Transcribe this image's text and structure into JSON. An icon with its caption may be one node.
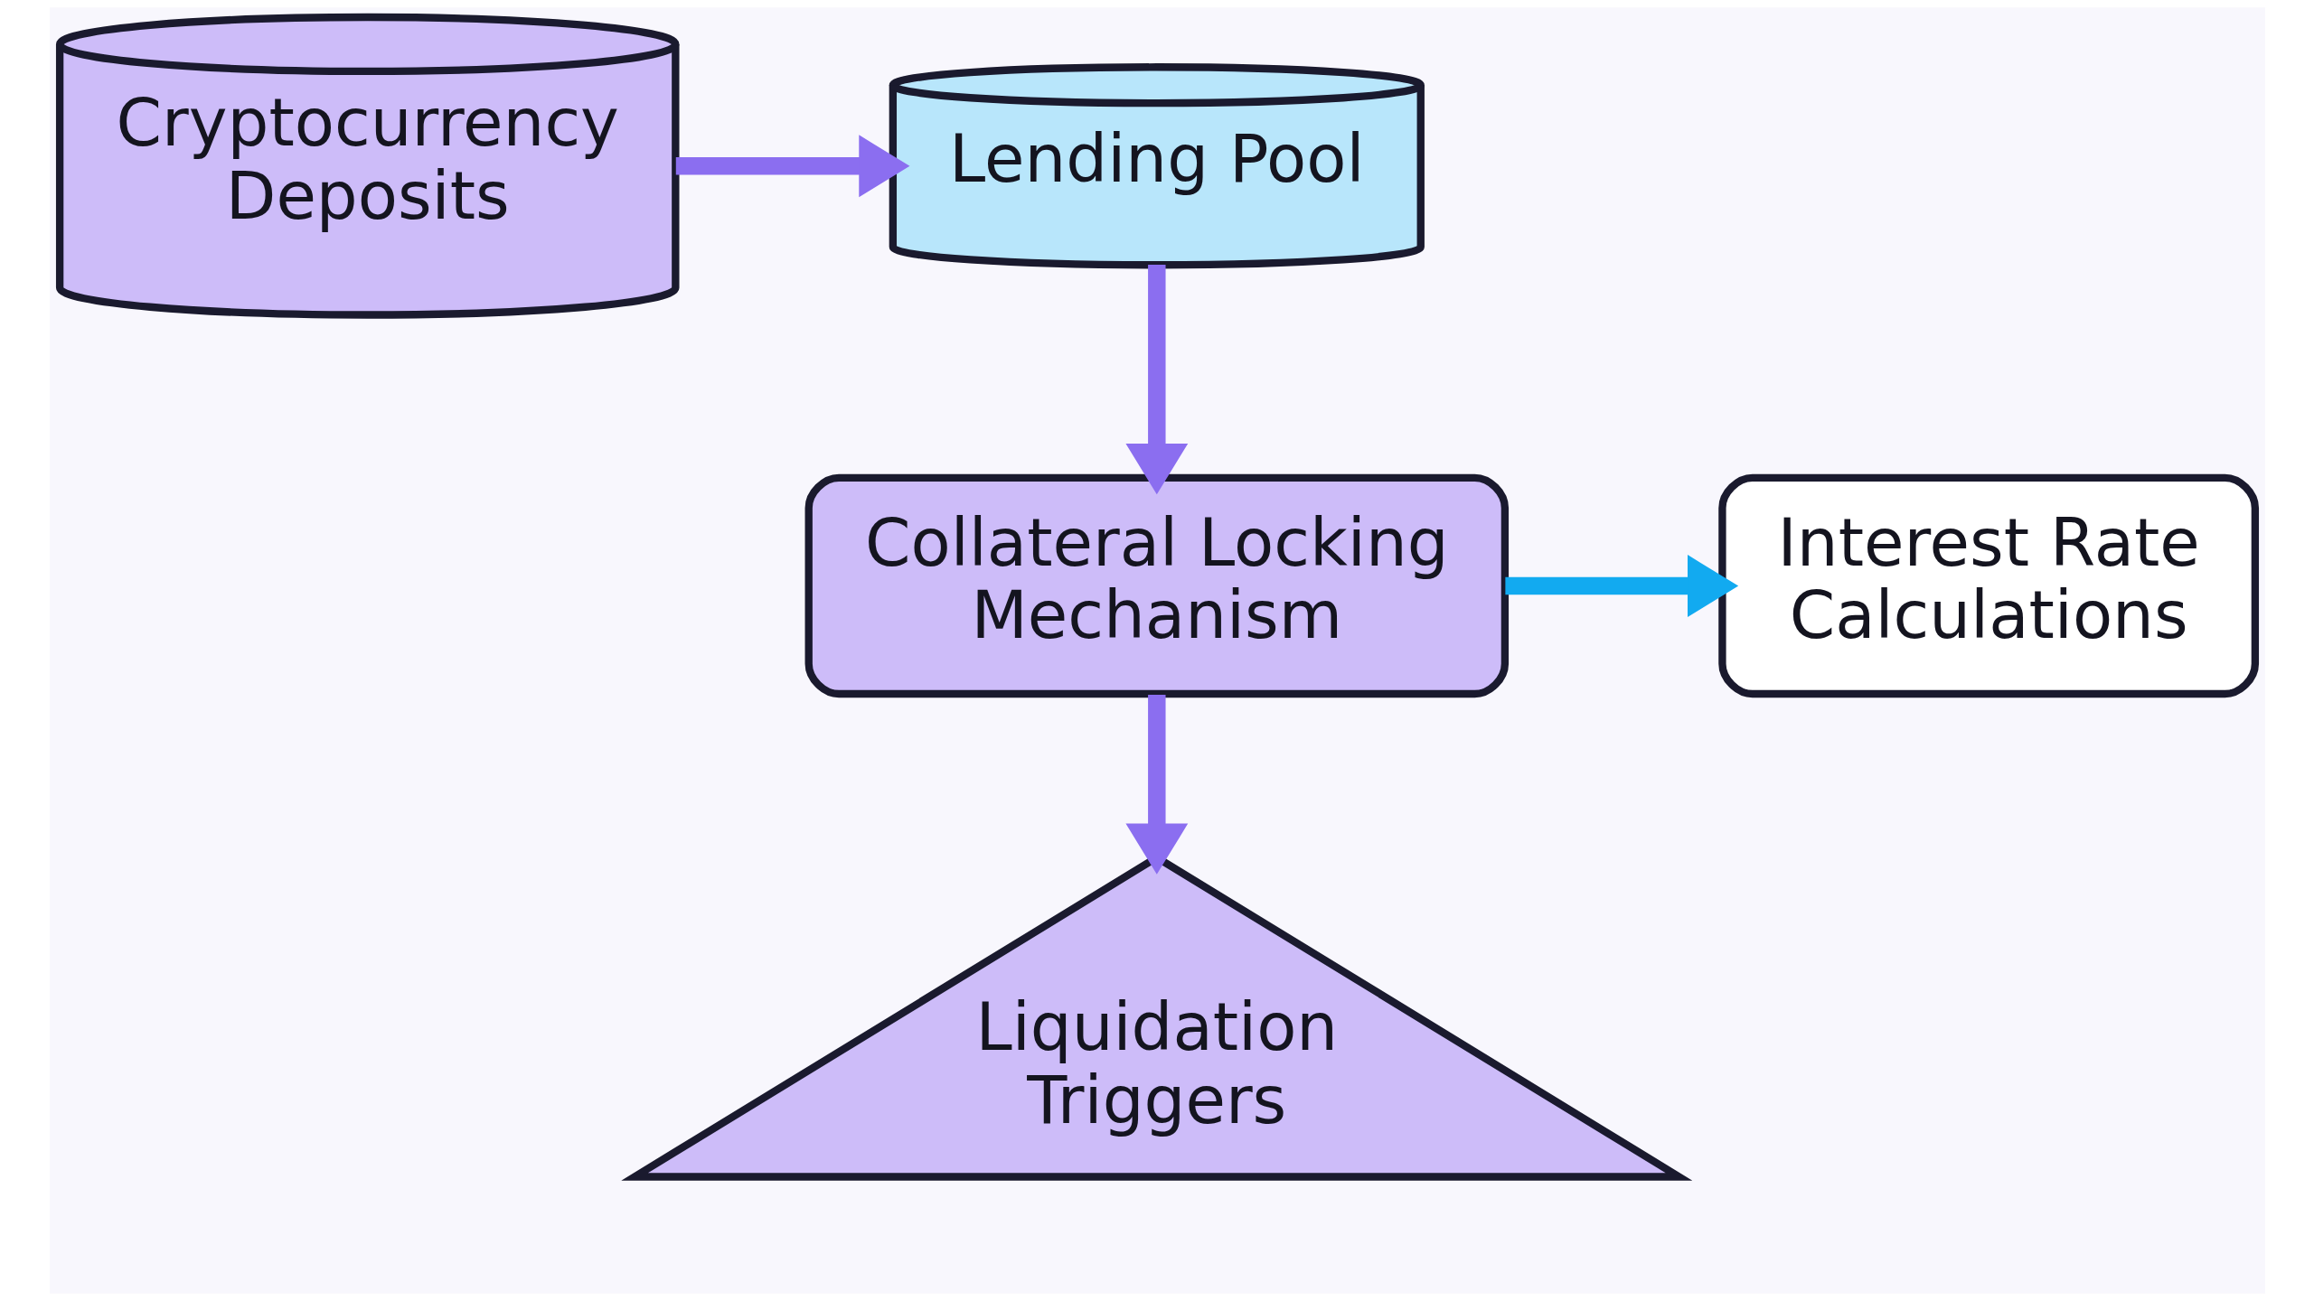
{
  "diagram": {
    "nodes": [
      {
        "text": [
          "Cryptocurrency Deposits"
        ]
      },
      {
        "text": [
          "Lending Pool"
        ]
      },
      {
        "text": [
          "Collateral Locking Mechanism"
        ]
      },
      {
        "text": [
          "Interest Rate Calculations"
        ]
      },
      {
        "text": [
          "Liquidation Triggers"
        ]
      }
    ],
    "edges": [
      {
        "from": 0,
        "to": 1,
        "arrow": "to"
      },
      {
        "from": 1,
        "to": 2,
        "arrow": "to"
      },
      {
        "from": 2,
        "to": 3,
        "arrow": "to",
        "color": "#12aaf0"
      },
      {
        "from": 2,
        "to": 4,
        "arrow": "to"
      }
    ]
  }
}
